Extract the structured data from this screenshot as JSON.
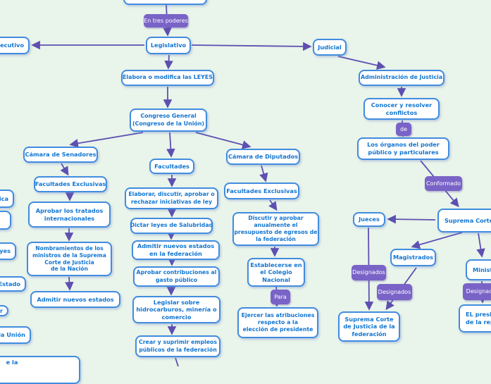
{
  "colors": {
    "background": "#e9f4ea",
    "node_border": "#418cdf",
    "node_text": "#1276d2",
    "badge_background": "#7a63c7",
    "badge_text": "#ffffff",
    "connector": "#5e4fb1"
  },
  "nodes": {
    "top_partial": "",
    "ejecutivo": "Ejecutivo",
    "legislativo": "Legislativo",
    "judicial": "Judicial",
    "elabora": "Elabora o modifica las LEYES",
    "congreso": "Congreso General\n(Congreso de la Unión)",
    "camara_senadores": "Cámara de Senadores",
    "facultades": "Facultades",
    "camara_diputados": "Cámara de Diputados",
    "facultades_exclusivas_senadores": "Facultades Exclusivas",
    "aprobar_tratados": "Aprobar los tratados\ninternacionales",
    "nombramientos": "Nombramientos de los\nministros de la Suprema\nCorte de Justicia\nde la Nación",
    "admitir_nuevos_estados": "Admitir nuevos estados",
    "elaborar_iniciativas": "Elaborar, discutir, aprobar o\nrechazar iniciativas de ley",
    "dictar_leyes": "Dictar leyes de Salubridad",
    "admitir_estados_federacion": "Admitir nuevos estados\nen la federación",
    "aprobar_contribuciones": "Aprobar contribuciones al\ngasto público",
    "legislar_hidrocarburos": "Legislar sobre\nhidrocarburos, minería o\ncomercio",
    "crear_empleos": "Crear y suprimir empleos\npúblicos de la federación",
    "facultades_exclusivas_diputados": "Facultades Exclusivas",
    "discutir_presupuesto": "Discutir y aprobar\nanualmente el\npresupuesto de egresos de\nla federación",
    "establecerse_colegio": "Establecerse en\nel Colegio\nNacional",
    "ejercer_atribuciones": "Ejercer las atribuciones\nrespecto a la\nelección de presidente",
    "administracion_justicia": "Administración de Justicia",
    "conocer_resolver": "Conocer y resolver\nconflictos",
    "organos_poder": "Los órganos del poder\npúblico y particulares",
    "jueces": "Jueces",
    "suprema_corte": "Suprema Corte de Justicia",
    "magistrados": "Magistrados",
    "ministros": "Ministros",
    "suprema_corte_federacion": "Suprema Corte\nde Justicia de la\nfederación",
    "el_presidente": "EL presidente\nde la república"
  },
  "edge_fragments": {
    "ica": "ica",
    "blank": "",
    "eyes": "eyes",
    "estado": "Estado",
    "r": "r",
    "la_union": "la Unión",
    "e_la": "e la"
  },
  "badges": {
    "en_tres_poderes": "En tres poderes",
    "de": "de",
    "conformado": "Conformado",
    "para": "Para",
    "designados_jueces": "Designados",
    "designados_magistrados": "Designados",
    "designados_ministros": "Designados"
  }
}
